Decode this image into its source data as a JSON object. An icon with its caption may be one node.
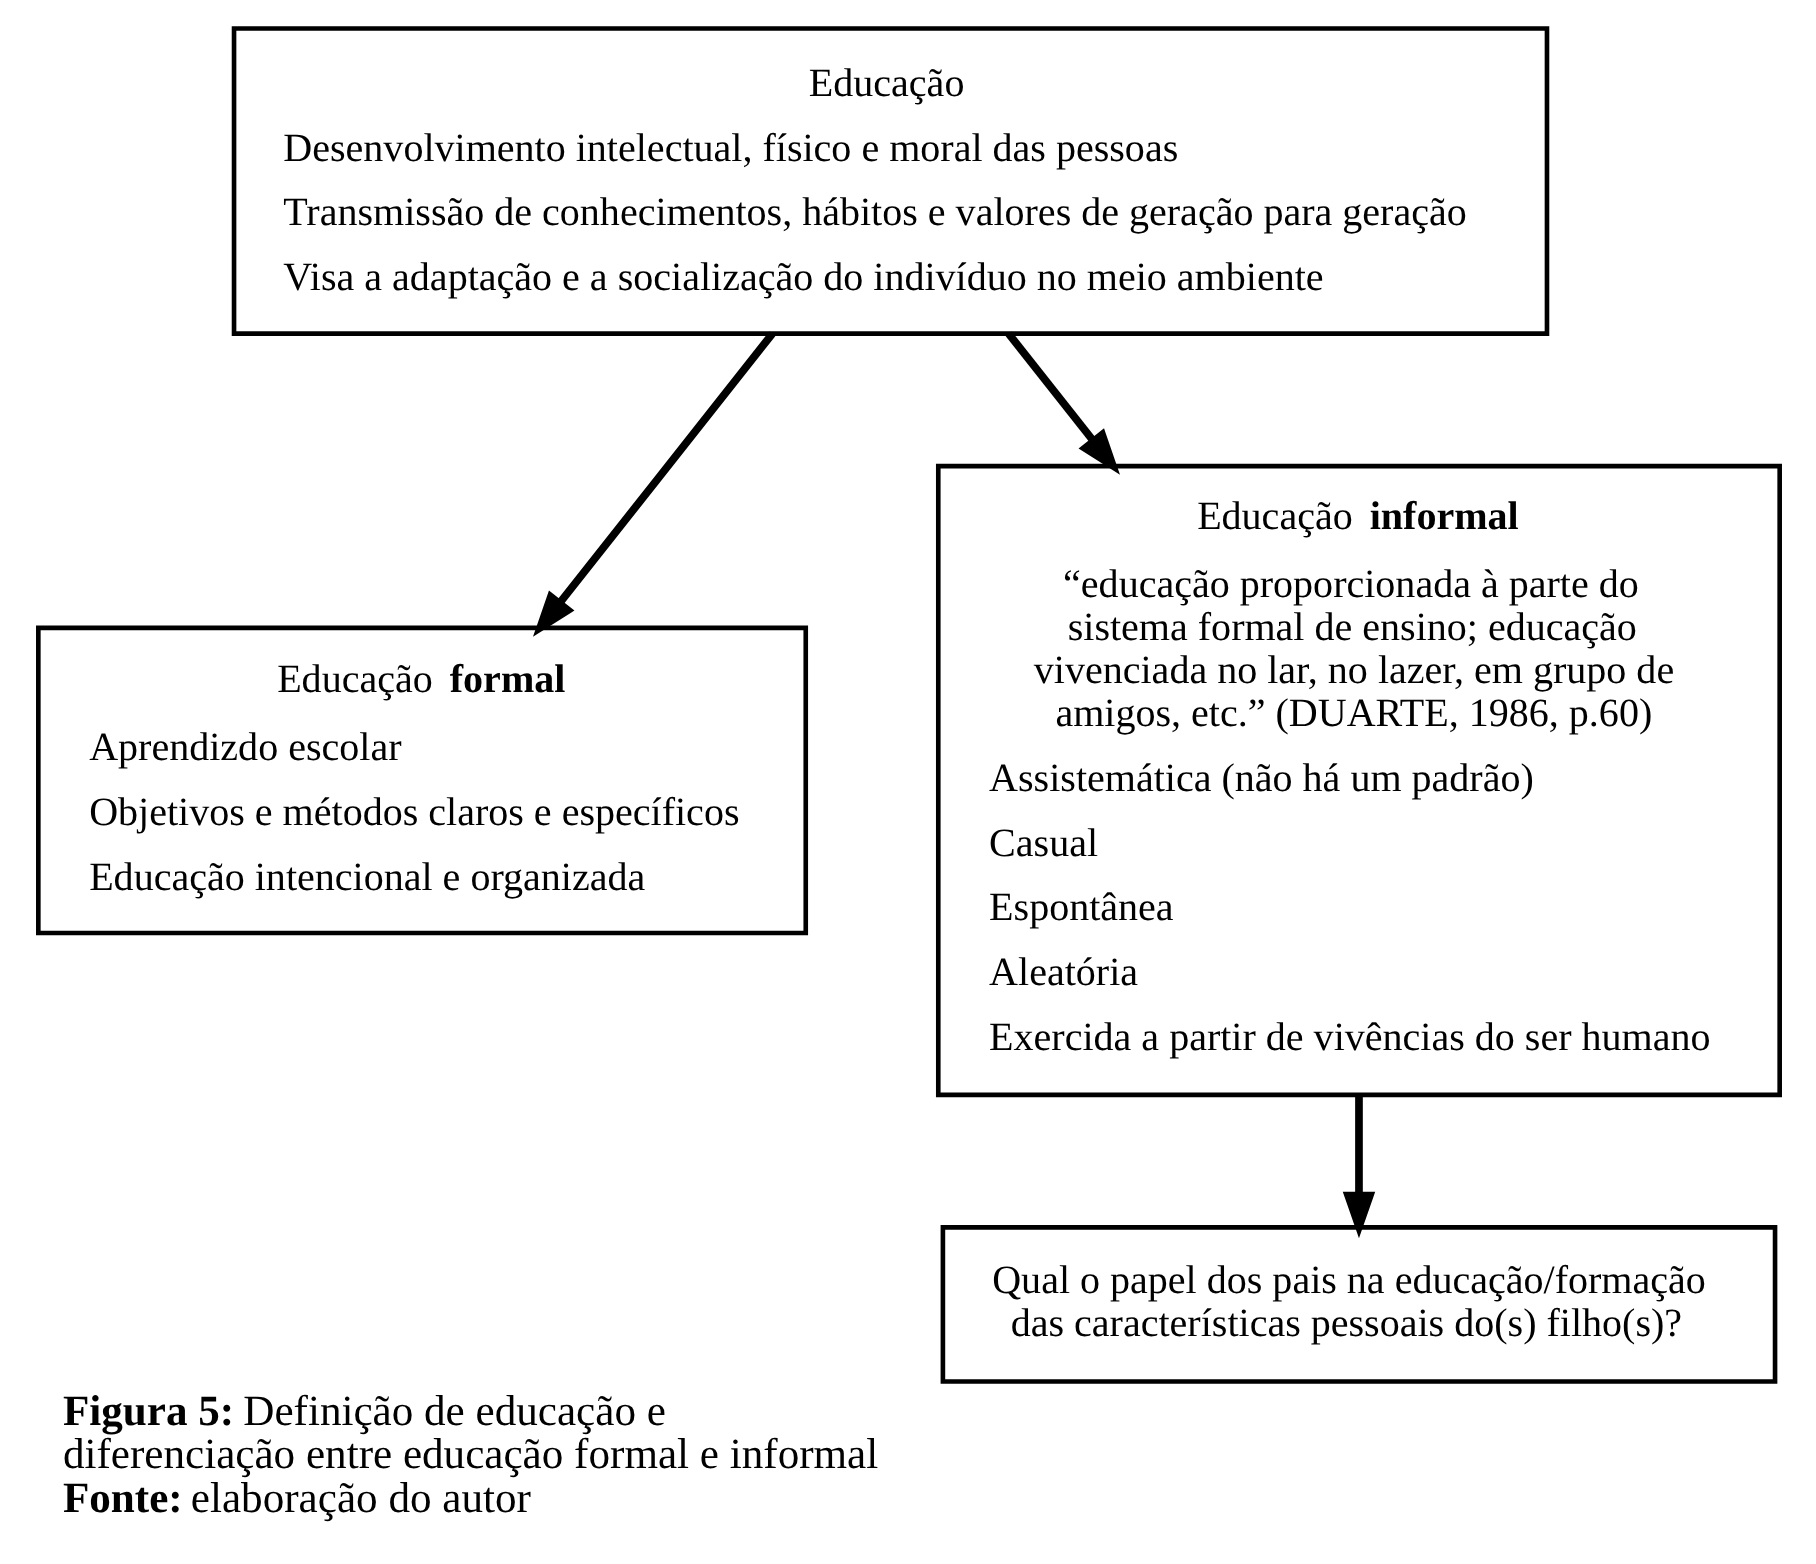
{
  "diagram": {
    "caption": "**Figura 5:** Definição de educação e diferenciação entre educação formal e informal **Fonte:** elaboração do autor",
    "nodes": [
      {
        "text": [
          "Educação",
          "Desenvolvimento intelectual, físico e moral das pessoas",
          "Transmissão de conhecimentos, hábitos e valores de geração para geração",
          "Visa a adaptação e a socialização do indivíduo no meio ambiente"
        ]
      },
      {
        "text": [
          "Educação **formal**",
          "Aprendizdo escolar",
          "Objetivos e métodos claros e específicos",
          "Educação intencional e organizada"
        ]
      },
      {
        "text": [
          "Educação **informal**",
          "“educação proporcionada à parte do sistema formal de ensino; educação vivenciada no lar, no lazer, em grupo de amigos, etc.” (DUARTE, 1986, p.60)",
          "Assistemática (não há um padrão)",
          "Casual",
          "Espontânea",
          "Aleatória",
          "Exercida a partir de vivências do ser humano"
        ]
      },
      {
        "text": [
          "Qual o papel dos pais na educação/formação das características pessoais do(s) filho(s)?"
        ]
      }
    ],
    "edges": [
      {
        "from": 0,
        "to": 1,
        "arrow": "to"
      },
      {
        "from": 0,
        "to": 2,
        "arrow": "to"
      },
      {
        "from": 2,
        "to": 3,
        "arrow": "to"
      }
    ]
  }
}
